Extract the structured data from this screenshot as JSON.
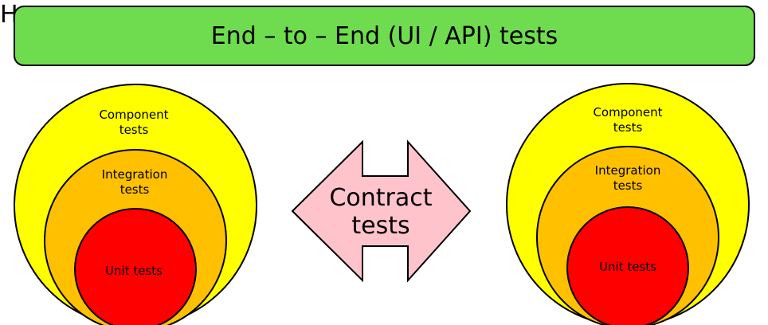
{
  "stray_text": "H",
  "banner": {
    "label": "End – to – End (UI / API) tests",
    "color": "#6fdc50"
  },
  "contract": {
    "line1": "Contract",
    "line2": "tests",
    "color": "#ffc3cc"
  },
  "left_cluster": {
    "component_line1": "Component",
    "component_line2": "tests",
    "integration_line1": "Integration",
    "integration_line2": "tests",
    "unit": "Unit tests"
  },
  "right_cluster": {
    "component_line1": "Component",
    "component_line2": "tests",
    "integration_line1": "Integration",
    "integration_line2": "tests",
    "unit": "Unit tests"
  },
  "colors": {
    "component": "#ffff00",
    "integration": "#ffc000",
    "unit": "#ff0000"
  }
}
